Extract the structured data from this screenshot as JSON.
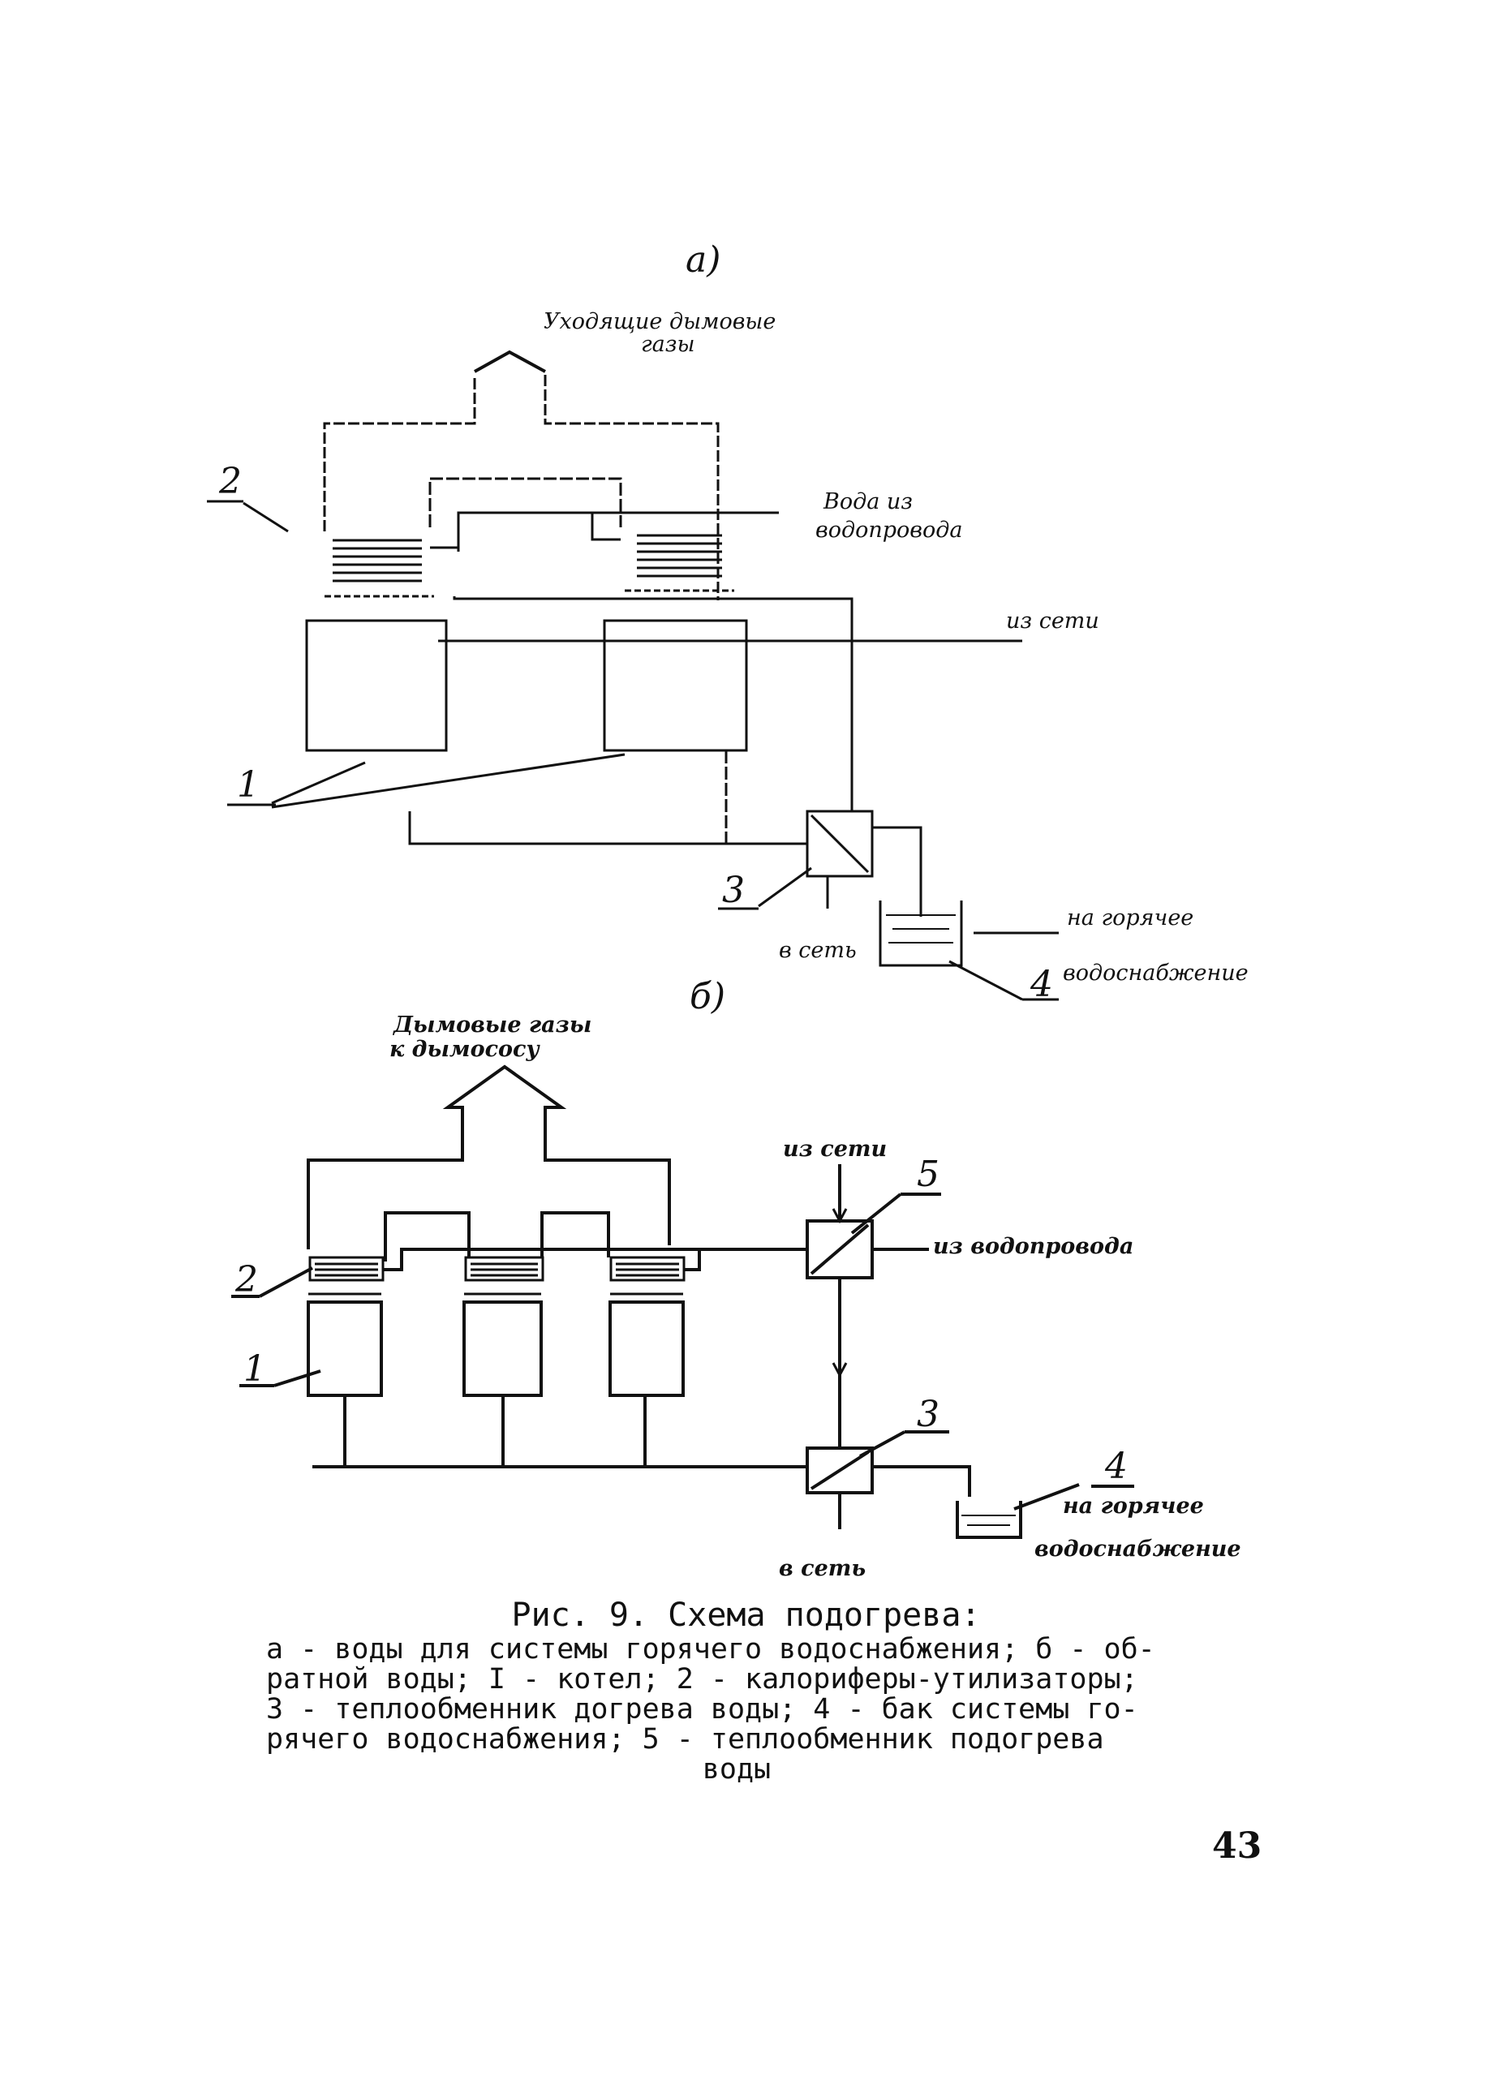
{
  "diagram_a": {
    "panel_label": "а)",
    "exhaust_label_line1": "Уходящие дымовые",
    "exhaust_label_line2": "газы",
    "water_supply_line1": "Вода из",
    "water_supply_line2": "водопровода",
    "from_network": "из сети",
    "to_network": "в сеть",
    "hot_water_line1": "на горячее",
    "hot_water_line2": "водоснабжение",
    "label_1": "1",
    "label_2": "2",
    "label_3": "3",
    "label_4": "4"
  },
  "diagram_b": {
    "panel_label": "б)",
    "flue_label_line1": "Дымовые газы",
    "flue_label_line2": "к дымососу",
    "from_network": "из сети",
    "water_supply": "из водопровода",
    "to_network": "в сеть",
    "hot_water_line1": "на горячее",
    "hot_water_line2": "водоснабжение",
    "label_1": "1",
    "label_2": "2",
    "label_3": "3",
    "label_4": "4",
    "label_5": "5"
  },
  "caption": {
    "title": "Рис. 9. Схема подогрева:",
    "lines": [
      "а - воды для системы горячего водоснабжения; б - об-",
      "ратной воды; I - котел; 2 - калориферы-утилизаторы;",
      "3 - теплообменник догрева воды; 4 - бак системы го-",
      "рячего водоснабжения; 5 - теплообменник подогрева",
      "воды"
    ]
  },
  "page_number": "43"
}
